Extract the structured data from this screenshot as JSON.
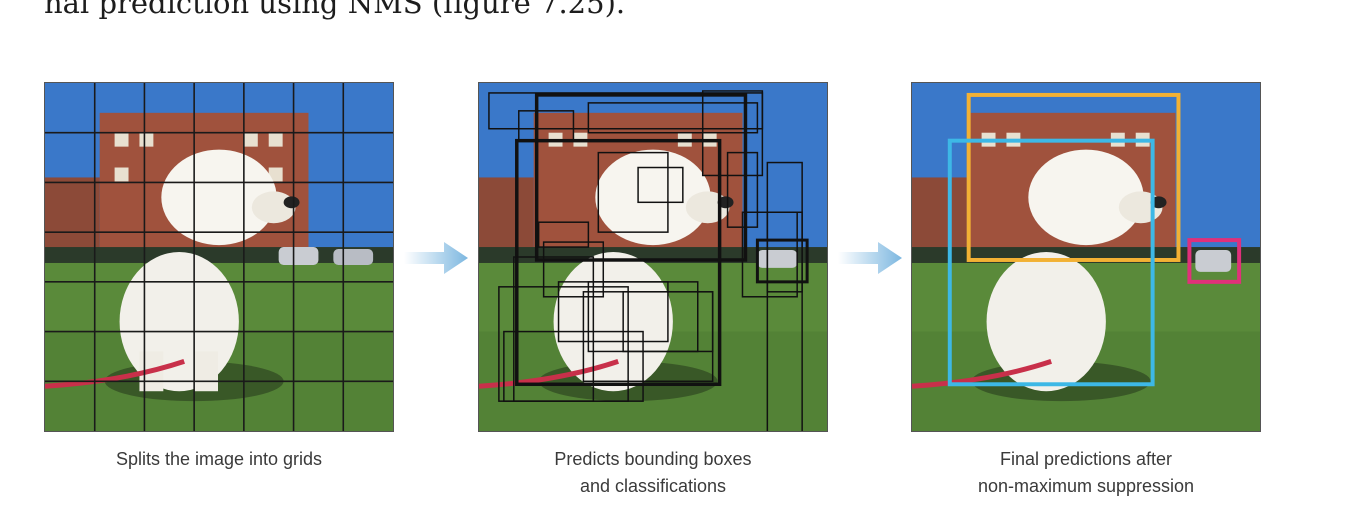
{
  "top_text": "nal prediction using NMS (figure 7.25).",
  "panels": [
    {
      "caption_lines": [
        "Splits the image into grids"
      ],
      "overlay": "grid-lines"
    },
    {
      "caption_lines": [
        "Predicts bounding boxes",
        "and classifications"
      ],
      "overlay": "candidate-boxes"
    },
    {
      "caption_lines": [
        "Final predictions after",
        "non-maximum suppression"
      ],
      "overlay": "final-boxes"
    }
  ],
  "colors": {
    "grid_line": "#1a1a1a",
    "candidate_box": "#111111",
    "final_box_1": "#f2b134",
    "final_box_2": "#3db8e6",
    "final_box_3": "#e0307a",
    "arrow": "#7cb7e0",
    "sky": "#3a78c9",
    "grass": "#5a8a3a",
    "building": "#a0523d"
  },
  "icons": [
    "right-arrow-icon",
    "right-arrow-icon"
  ]
}
